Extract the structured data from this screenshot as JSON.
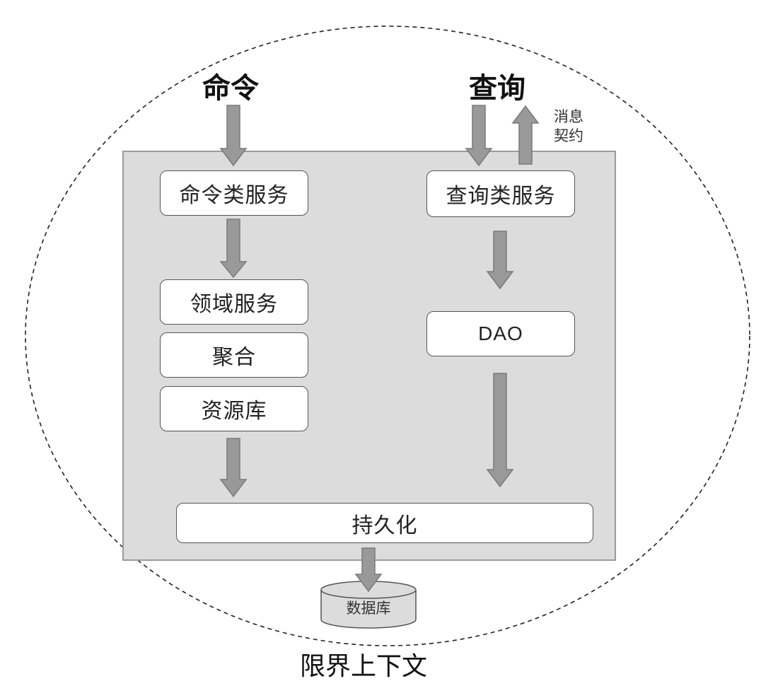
{
  "labels": {
    "command": "命令",
    "query": "查询",
    "message_contract_line1": "消息",
    "message_contract_line2": "契约",
    "bounded_context": "限界上下文"
  },
  "boxes": {
    "command_service": "命令类服务",
    "domain_service": "领域服务",
    "aggregate": "聚合",
    "repository": "资源库",
    "query_service": "查询类服务",
    "dao": "DAO",
    "persistence": "持久化",
    "database": "数据库"
  },
  "colors": {
    "panel_fill": "#dcdcdc",
    "panel_border": "#9a9a9a",
    "arrow_fill": "#999999",
    "arrow_stroke": "#7a7a7a",
    "box_fill": "#ffffff"
  }
}
